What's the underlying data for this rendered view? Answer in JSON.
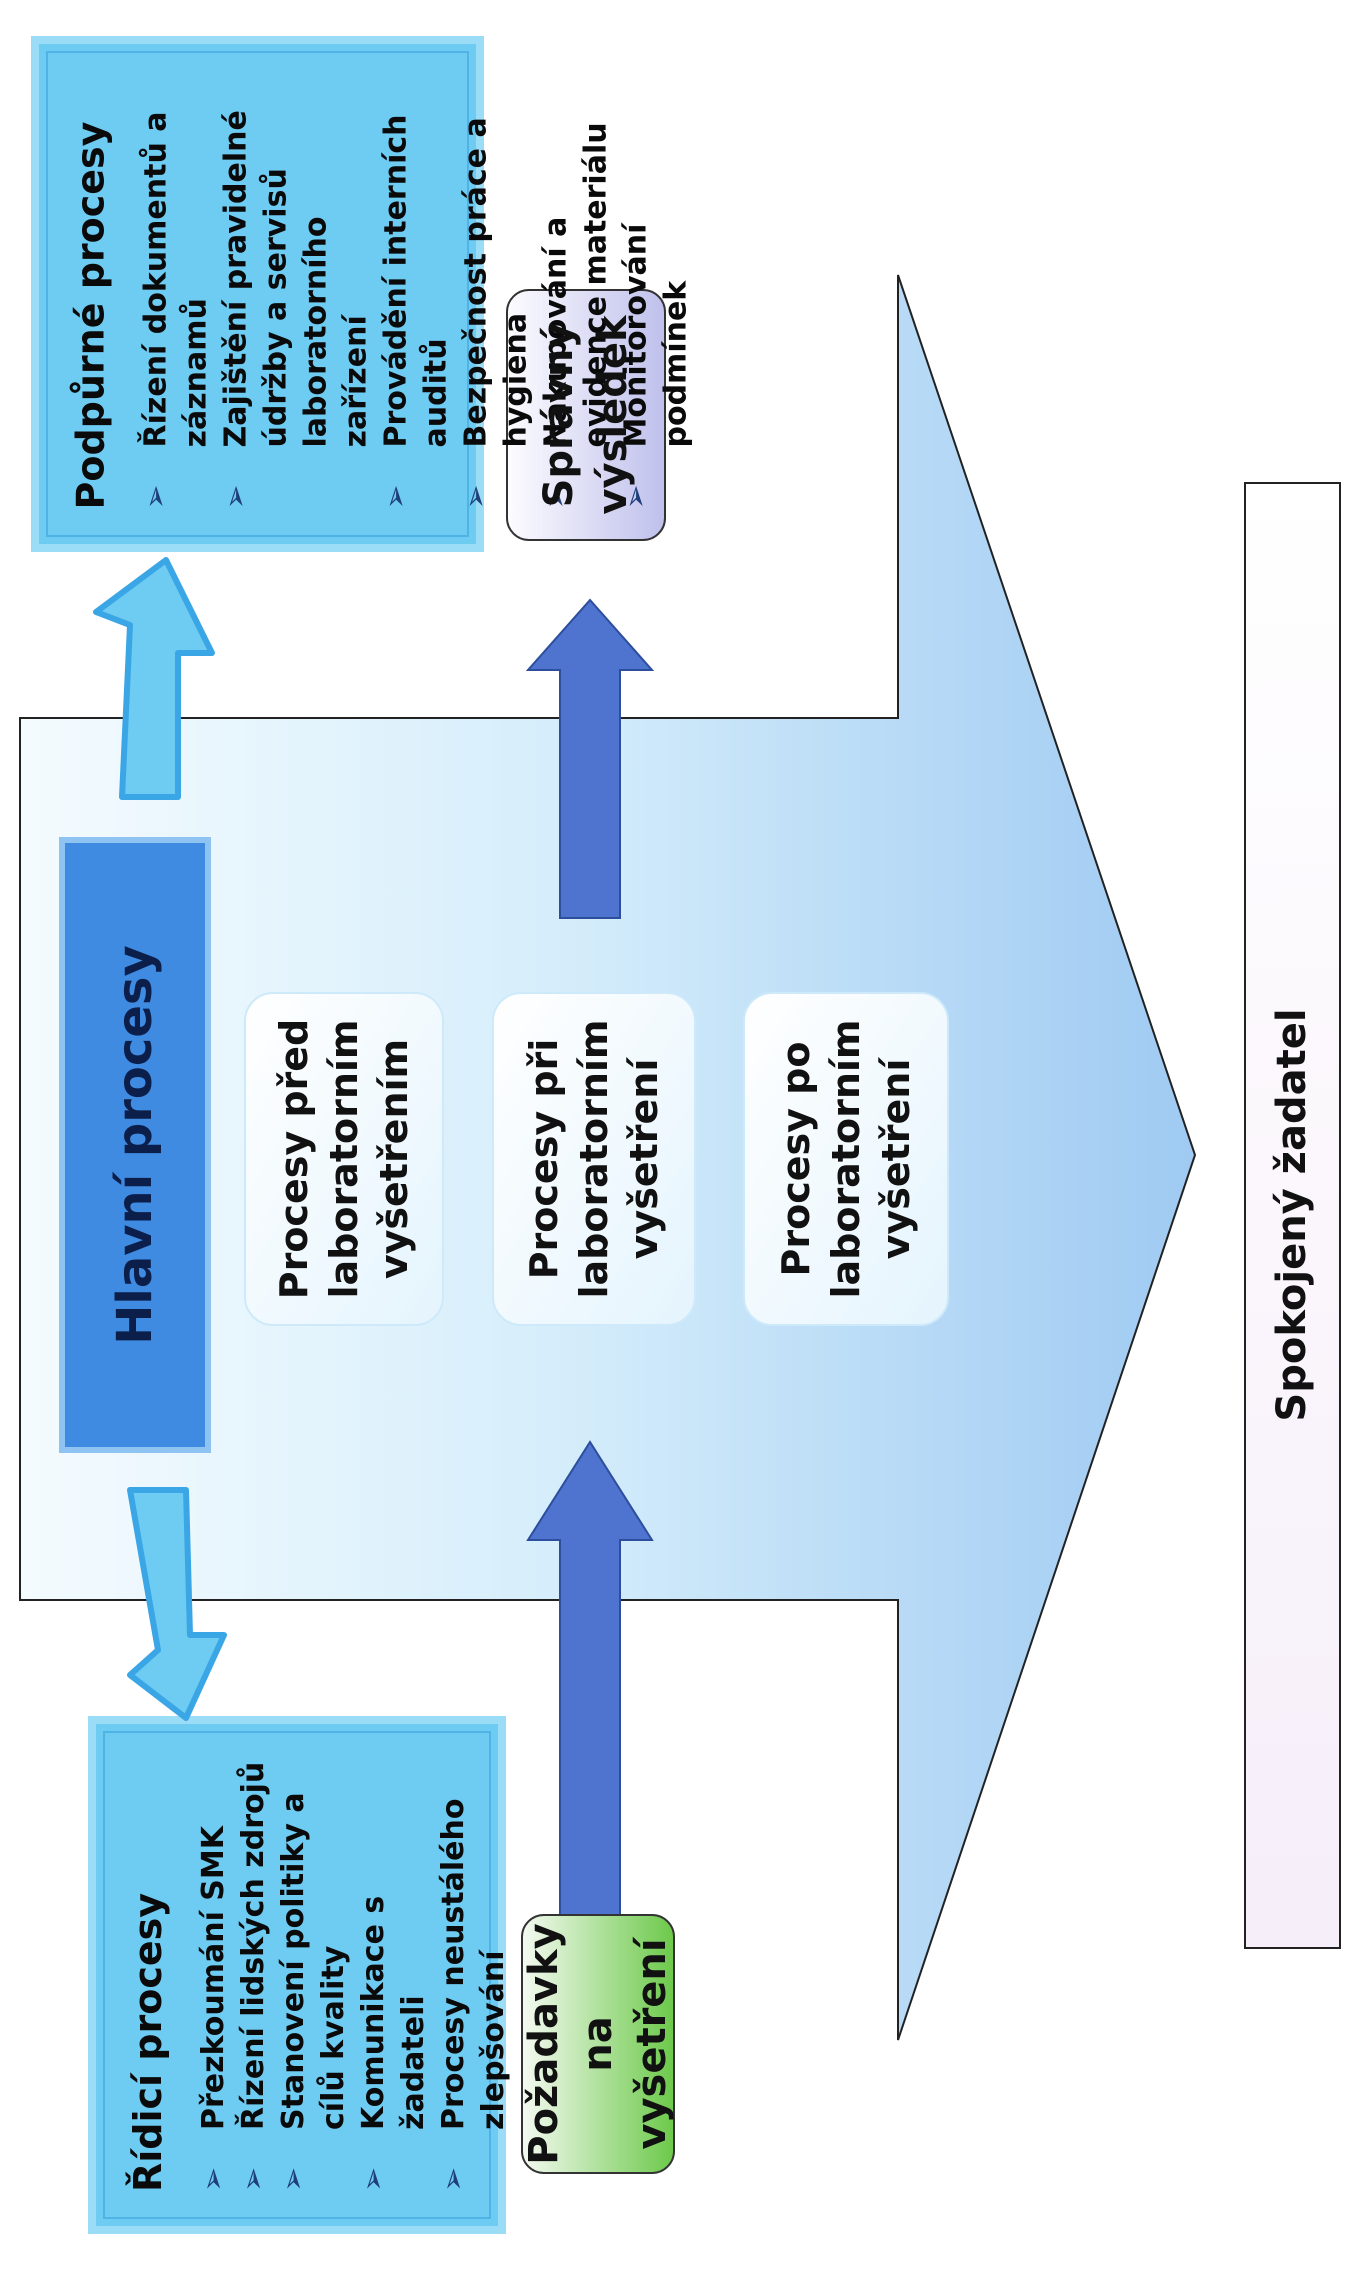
{
  "ridici": {
    "title": "Řídicí procesy",
    "items": [
      "Přezkoumání SMK",
      "Řízení lidských zdrojů",
      "Stanovení politiky a cílů kvality",
      "Komunikace s žadateli",
      "Procesy neustálého zlepšování"
    ]
  },
  "podpurne": {
    "title": "Podpůrné procesy",
    "items": [
      "Řízení dokumentů a záznamů",
      "Zajištění pravidelné údržby a servisů laboratorního zařízení",
      "Provádění interních auditů",
      "Bezpečnost práce a hygiena",
      "Nakupování a evidence materiálu",
      "Monitorování podmínek"
    ]
  },
  "hlavni": {
    "title": "Hlavní procesy"
  },
  "processes": [
    "Procesy před laboratorním vyšetřením",
    "Procesy při laboratorním vyšetření",
    "Procesy po laboratorním vyšetření"
  ],
  "pozadavky": "Požadavky na vyšetření",
  "spravny": "Správný výsledek",
  "spokojeny": "Spokojený žadatel",
  "bullet_glyph": "➢",
  "colors": {
    "panel_fill": "#69c9f0",
    "panel_border": "#8ad6f5",
    "hlavni_fill": "#3a86e0",
    "dark_arrow": "#4f74cf",
    "green": "#7fd15e"
  }
}
